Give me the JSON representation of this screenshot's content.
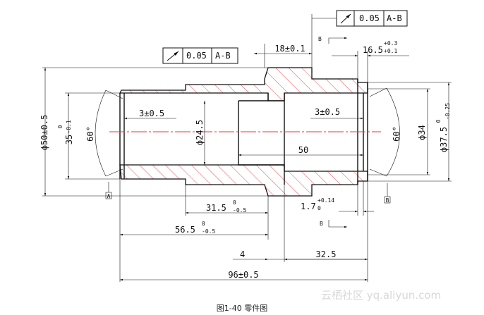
{
  "caption": "图1-40 零件图",
  "watermark": "云栖社区 yq.aliyun.com",
  "tolerance_frames": {
    "top": {
      "value": "0.05",
      "datum": "A-B"
    },
    "left": {
      "value": "0.05",
      "datum": "A-B"
    }
  },
  "section_labels": {
    "b_top": "B",
    "b_bottom": "B"
  },
  "datum_labels": {
    "left": "A",
    "right": "B"
  },
  "dimensions": {
    "dia_50": "ϕ50±0.5",
    "dia_35": "35",
    "dia_35_upper": "0",
    "dia_35_lower": "-0.1",
    "angle_left": "60°",
    "angle_right": "60°",
    "dia_24_5": "ϕ24.5",
    "dia_34": "ϕ34",
    "dia_37_5": "ϕ37.5",
    "dia_37_5_upper": "0",
    "dia_37_5_lower": "-0.25",
    "chamfer_left": "3±0.5",
    "chamfer_right": "3±0.5",
    "len_18": "18±0.1",
    "len_16_5": "16.5",
    "len_16_5_upper": "+0.3",
    "len_16_5_lower": "+0.1",
    "len_50": "50",
    "len_31_5": "31.5",
    "len_31_5_upper": "0",
    "len_31_5_lower": "-0.5",
    "len_1_7": "1.7",
    "len_1_7_upper": "+0.14",
    "len_1_7_lower": "0",
    "len_56_5": "56.5",
    "len_56_5_upper": "0",
    "len_56_5_lower": "-0.5",
    "len_4": "4",
    "len_32_5": "32.5",
    "len_96": "96±0.5"
  }
}
